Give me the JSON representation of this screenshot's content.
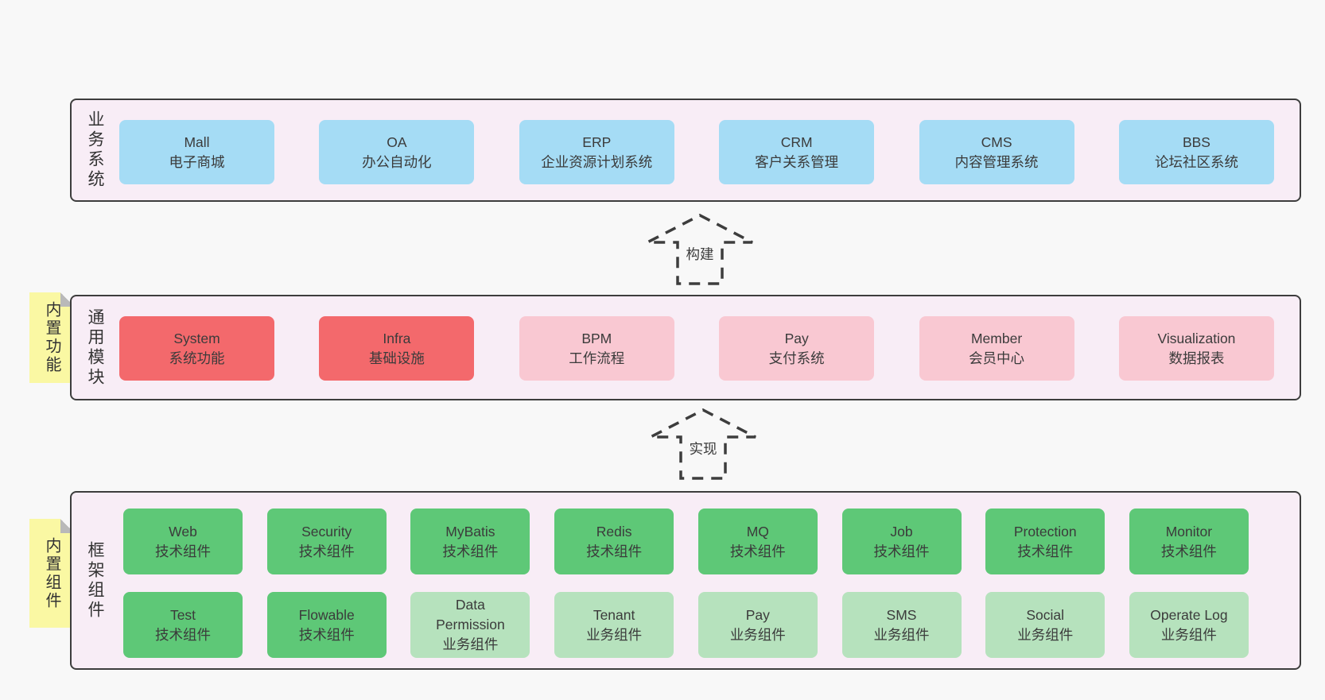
{
  "colors": {
    "page_bg": "#f8f8f8",
    "band_bg": "#f8edf6",
    "band_border": "#3d3d3d",
    "box_blue": "#a5dcf5",
    "box_red": "#f3696c",
    "box_pink": "#f9c8d2",
    "box_green": "#5ec877",
    "box_green_light": "#b6e2bd",
    "note_bg": "#faf8a3",
    "note_fold": "#b9b9b9",
    "text": "#3b3b3b"
  },
  "arrows": [
    {
      "label": "构建"
    },
    {
      "label": "实现"
    }
  ],
  "bands": {
    "business": {
      "label": "业务系统",
      "boxes": [
        {
          "title": "Mall",
          "subtitle": "电子商城",
          "variant": "blue"
        },
        {
          "title": "OA",
          "subtitle": "办公自动化",
          "variant": "blue"
        },
        {
          "title": "ERP",
          "subtitle": "企业资源计划系统",
          "variant": "blue"
        },
        {
          "title": "CRM",
          "subtitle": "客户关系管理",
          "variant": "blue"
        },
        {
          "title": "CMS",
          "subtitle": "内容管理系统",
          "variant": "blue"
        },
        {
          "title": "BBS",
          "subtitle": "论坛社区系统",
          "variant": "blue"
        }
      ]
    },
    "modules": {
      "label": "通用模块",
      "note": "内置功能",
      "boxes": [
        {
          "title": "System",
          "subtitle": "系统功能",
          "variant": "red"
        },
        {
          "title": "Infra",
          "subtitle": "基础设施",
          "variant": "red"
        },
        {
          "title": "BPM",
          "subtitle": "工作流程",
          "variant": "pink"
        },
        {
          "title": "Pay",
          "subtitle": "支付系统",
          "variant": "pink"
        },
        {
          "title": "Member",
          "subtitle": "会员中心",
          "variant": "pink"
        },
        {
          "title": "Visualization",
          "subtitle": "数据报表",
          "variant": "pink"
        }
      ]
    },
    "components": {
      "label": "框架组件",
      "note": "内置组件",
      "rows": [
        [
          {
            "title": "Web",
            "subtitle": "技术组件",
            "variant": "green"
          },
          {
            "title": "Security",
            "subtitle": "技术组件",
            "variant": "green"
          },
          {
            "title": "MyBatis",
            "subtitle": "技术组件",
            "variant": "green"
          },
          {
            "title": "Redis",
            "subtitle": "技术组件",
            "variant": "green"
          },
          {
            "title": "MQ",
            "subtitle": "技术组件",
            "variant": "green"
          },
          {
            "title": "Job",
            "subtitle": "技术组件",
            "variant": "green"
          },
          {
            "title": "Protection",
            "subtitle": "技术组件",
            "variant": "green"
          },
          {
            "title": "Monitor",
            "subtitle": "技术组件",
            "variant": "green"
          }
        ],
        [
          {
            "title": "Test",
            "subtitle": "技术组件",
            "variant": "green"
          },
          {
            "title": "Flowable",
            "subtitle": "技术组件",
            "variant": "green"
          },
          {
            "title": "Data\nPermission",
            "subtitle": "业务组件",
            "variant": "green-light"
          },
          {
            "title": "Tenant",
            "subtitle": "业务组件",
            "variant": "green-light"
          },
          {
            "title": "Pay",
            "subtitle": "业务组件",
            "variant": "green-light"
          },
          {
            "title": "SMS",
            "subtitle": "业务组件",
            "variant": "green-light"
          },
          {
            "title": "Social",
            "subtitle": "业务组件",
            "variant": "green-light"
          },
          {
            "title": "Operate Log",
            "subtitle": "业务组件",
            "variant": "green-light"
          }
        ]
      ]
    }
  }
}
